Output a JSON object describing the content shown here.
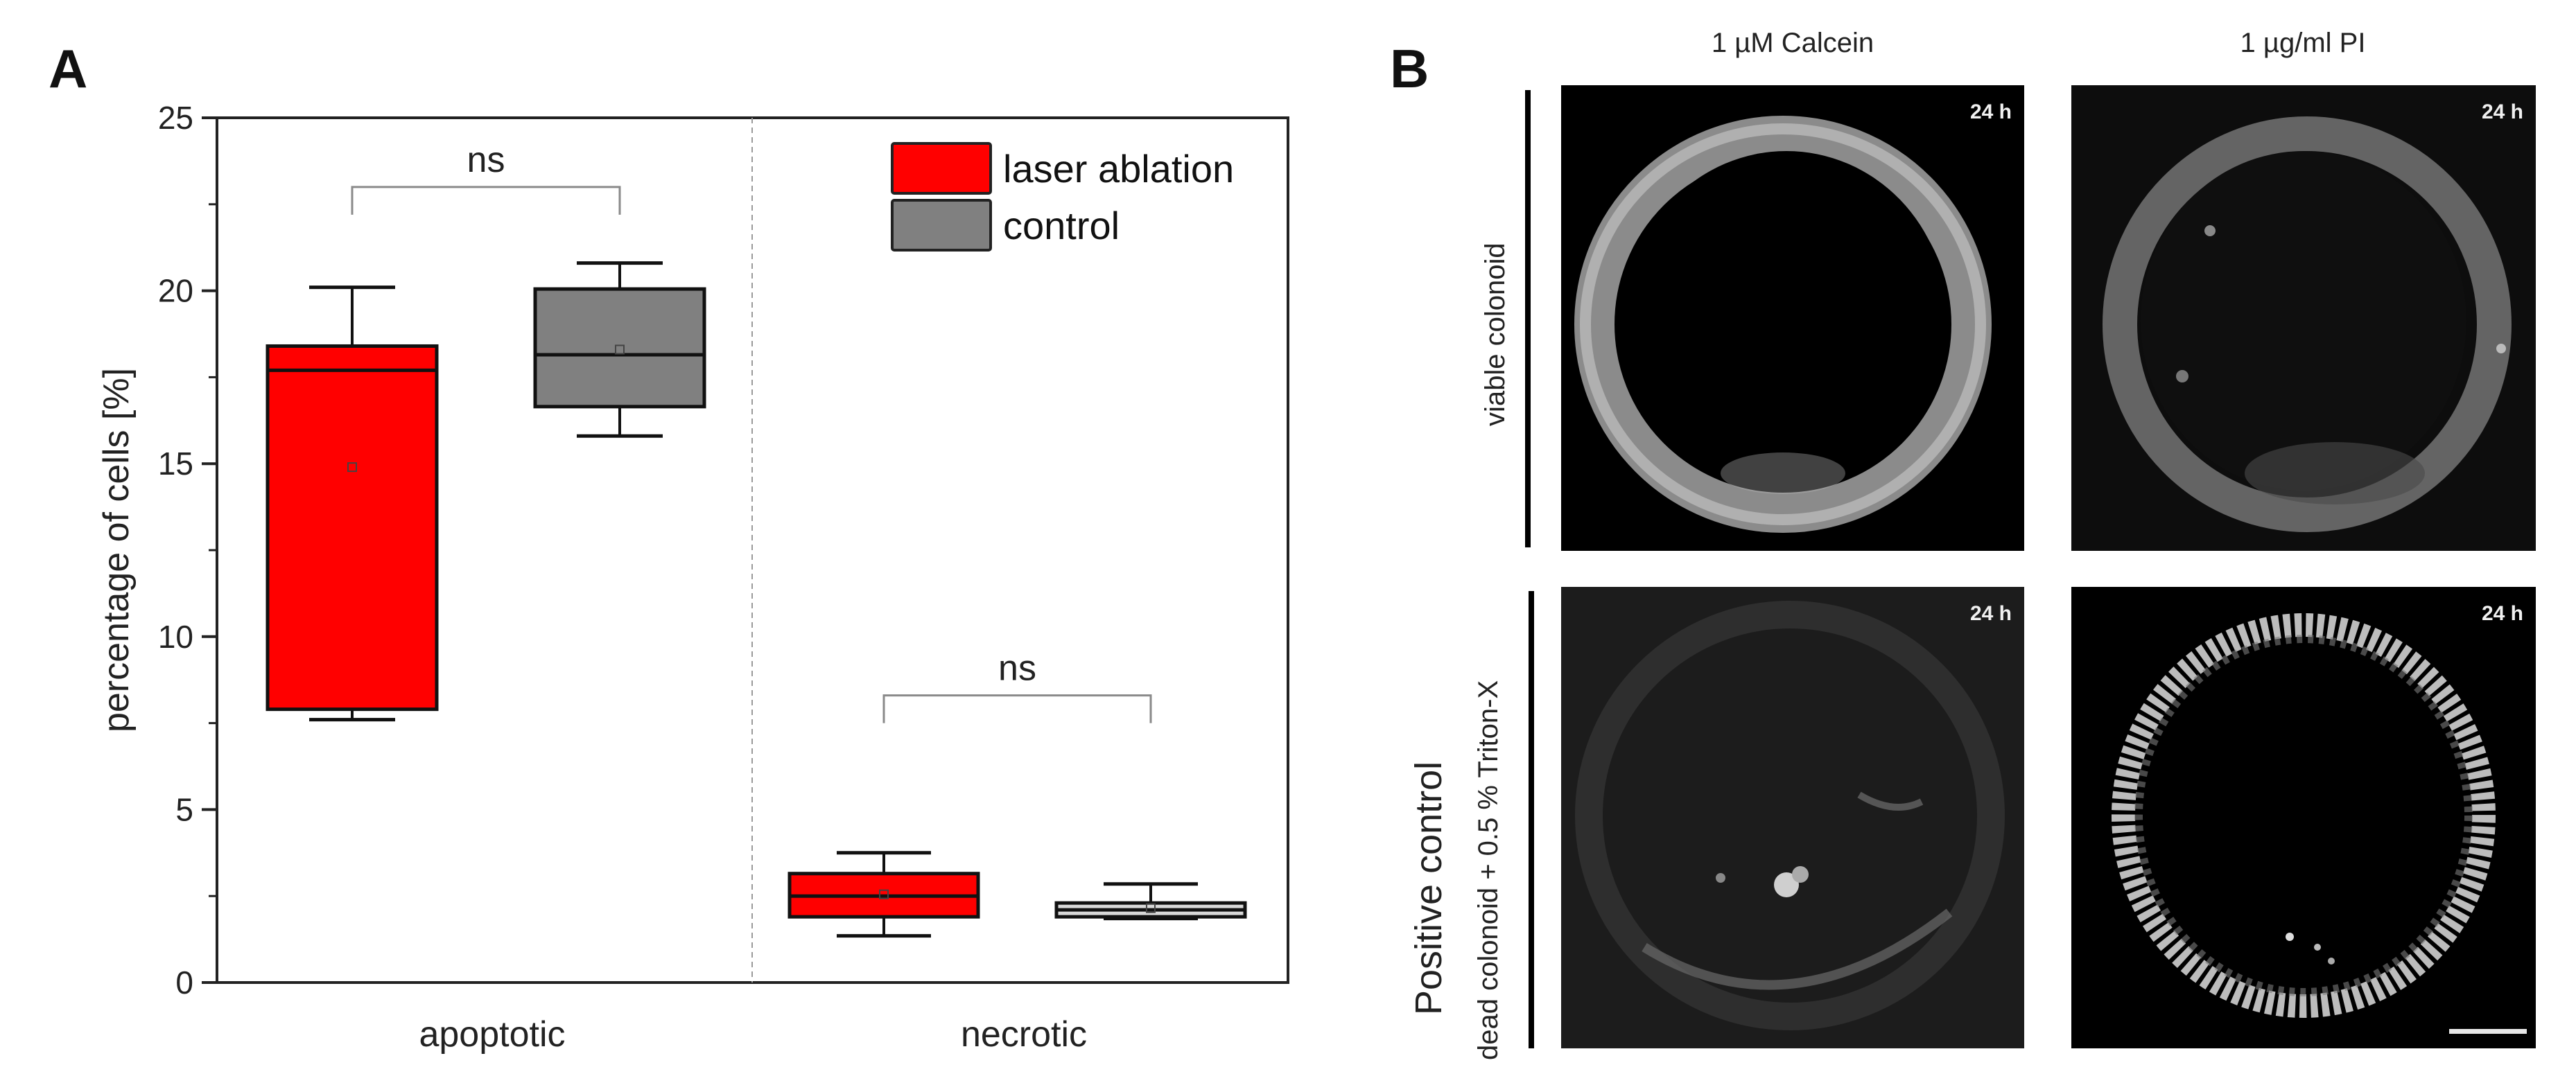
{
  "panel_a": {
    "letter": "A"
  },
  "panel_b": {
    "letter": "B",
    "columns": [
      {
        "title": "1 µM Calcein"
      },
      {
        "title": "1 µg/ml PI"
      }
    ],
    "rows": [
      {
        "label": "viable colonoid",
        "sublabel": ""
      },
      {
        "label": "Positive control",
        "sublabel": "dead colonoid + 0.5 % Triton-X"
      }
    ],
    "time_label": "24 h",
    "images": [
      {
        "row": 0,
        "col": 0,
        "stain": "Calcein",
        "condition": "viable colonoid",
        "time": "24 h"
      },
      {
        "row": 0,
        "col": 1,
        "stain": "PI",
        "condition": "viable colonoid",
        "time": "24 h"
      },
      {
        "row": 1,
        "col": 0,
        "stain": "Calcein",
        "condition": "dead colonoid + 0.5 % Triton-X",
        "time": "24 h"
      },
      {
        "row": 1,
        "col": 1,
        "stain": "PI",
        "condition": "dead colonoid + 0.5 % Triton-X",
        "time": "24 h",
        "scale_bar": true
      }
    ]
  },
  "colors": {
    "laser_ablation": "#ff0000",
    "control_apoptotic": "#808080",
    "control_necrotic": "#d8d8d8",
    "axis": "#222222",
    "bracket": "#8a8a8a"
  },
  "chart_data": {
    "type": "box",
    "title": "",
    "xlabel": "",
    "ylabel": "percentage of cells [%]",
    "ylim": [
      0,
      25
    ],
    "yticks": [
      0,
      5,
      10,
      15,
      20,
      25
    ],
    "yminor_ticks": [
      2.5,
      7.5,
      12.5,
      17.5,
      22.5
    ],
    "categories": [
      "apoptotic",
      "necrotic"
    ],
    "grid": false,
    "legend_position": "upper right",
    "series": [
      {
        "name": "laser ablation",
        "color": "#ff0000",
        "boxes": [
          {
            "category": "apoptotic",
            "whisker_low": 7.6,
            "q1": 7.9,
            "median": 17.7,
            "q3": 18.4,
            "whisker_high": 20.1,
            "mean": 14.9
          },
          {
            "category": "necrotic",
            "whisker_low": 1.35,
            "q1": 1.9,
            "median": 2.5,
            "q3": 3.15,
            "whisker_high": 3.75,
            "mean": 2.55
          }
        ]
      },
      {
        "name": "control",
        "color": "#808080",
        "boxes": [
          {
            "category": "apoptotic",
            "whisker_low": 15.8,
            "q1": 16.65,
            "median": 18.15,
            "q3": 20.05,
            "whisker_high": 20.8,
            "mean": 18.3
          },
          {
            "category": "necrotic",
            "whisker_low": 1.85,
            "q1": 1.9,
            "median": 2.1,
            "q3": 2.3,
            "whisker_high": 2.85,
            "mean": 2.15
          }
        ]
      }
    ],
    "annotations": [
      {
        "text": "ns",
        "category": "apoptotic",
        "bracket_y": 23.0
      },
      {
        "text": "ns",
        "category": "necrotic",
        "bracket_y": 8.3
      }
    ]
  }
}
